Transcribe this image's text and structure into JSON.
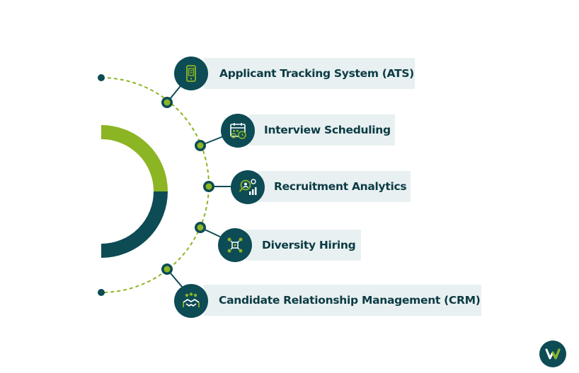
{
  "colors": {
    "primary": "#0d4b55",
    "accent": "#8cb523",
    "pill_background": "#e8f0f1",
    "text": "#0c3b44"
  },
  "items": [
    {
      "label": "Applicant Tracking System (ATS)",
      "icon": "mobile-document-icon"
    },
    {
      "label": "Interview Scheduling",
      "icon": "calendar-gear-icon"
    },
    {
      "label": "Recruitment Analytics",
      "icon": "analytics-search-icon"
    },
    {
      "label": "Diversity Hiring",
      "icon": "diversity-network-icon"
    },
    {
      "label": "Candidate Relationship Management (CRM)",
      "icon": "handshake-people-icon"
    }
  ],
  "logo_icon": "brand-logo-icon"
}
